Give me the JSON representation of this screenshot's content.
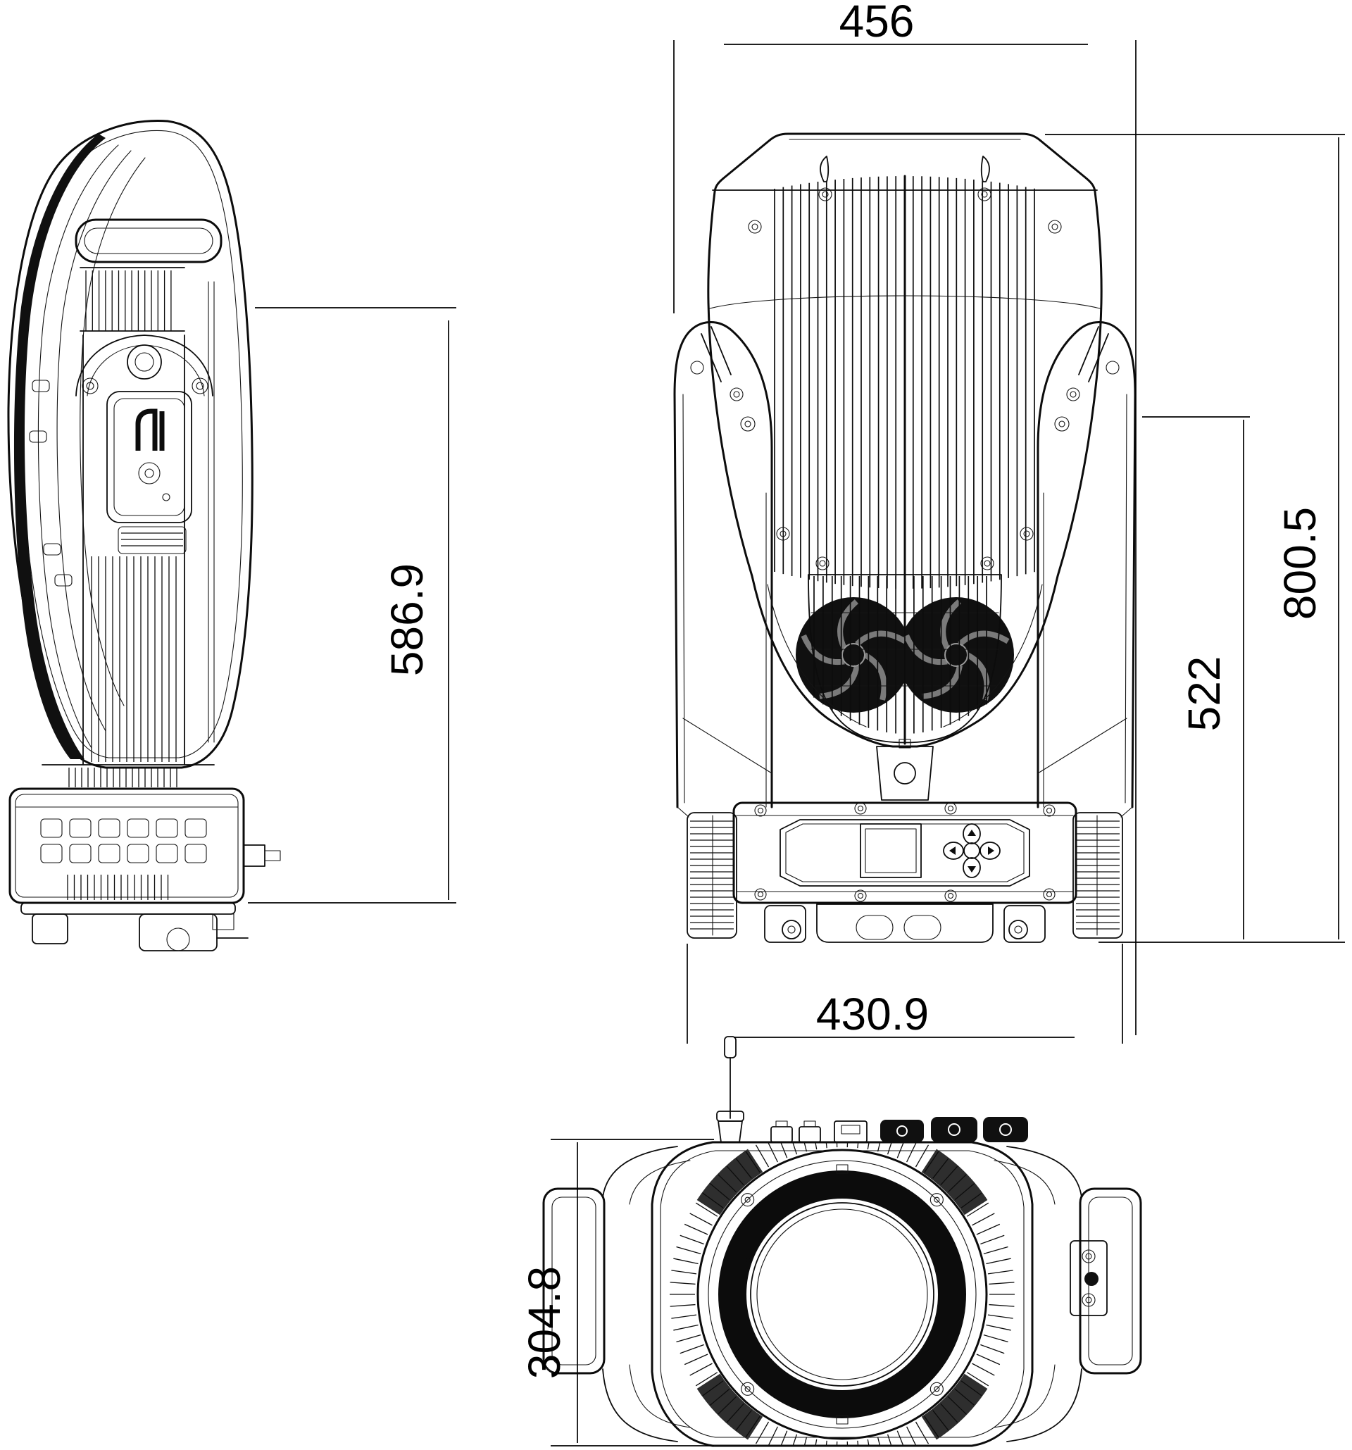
{
  "drawing": {
    "title": "moving-head-fixture-dimension-drawing",
    "dimensions": {
      "front_width": "456",
      "front_overall_height": "800.5",
      "front_yoke_height": "522",
      "front_base_width": "430.9",
      "side_height": "586.9",
      "bottom_depth": "304.8"
    }
  }
}
